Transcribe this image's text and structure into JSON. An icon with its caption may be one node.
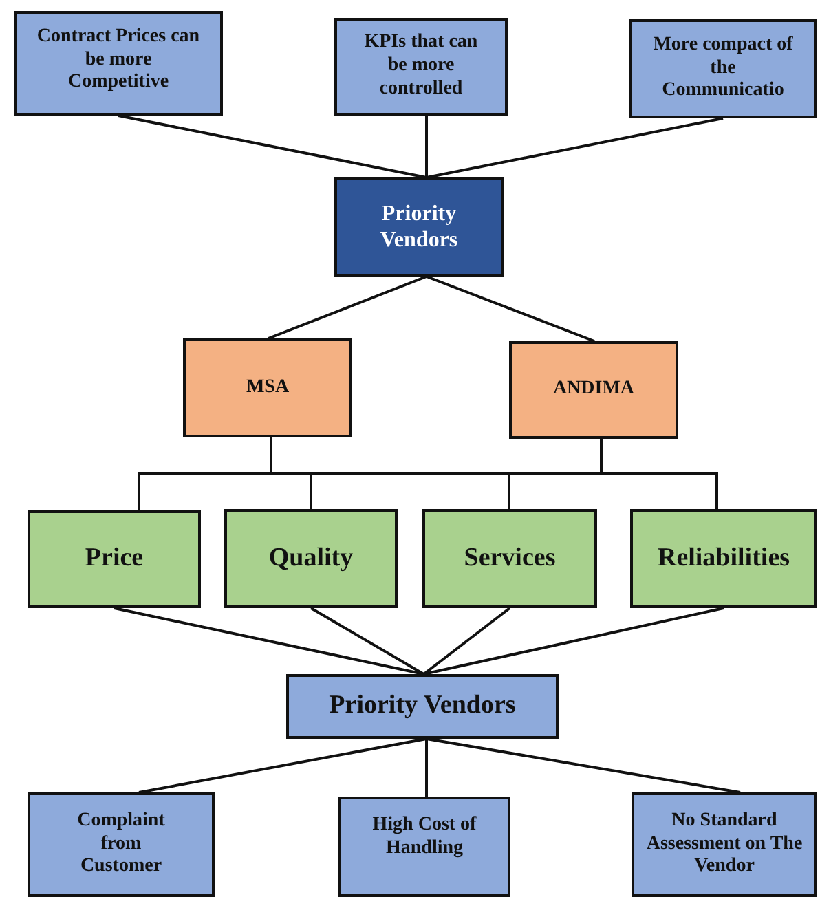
{
  "diagram": {
    "nodes": [
      {
        "text": [
          "Contract Prices can be more Competitive"
        ]
      },
      {
        "text": [
          "KPIs that can be more controlled"
        ]
      },
      {
        "text": [
          "More compact of the Communicatio"
        ]
      },
      {
        "text": [
          "Priority Vendors"
        ]
      },
      {
        "text": [
          "MSA"
        ]
      },
      {
        "text": [
          "ANDIMA"
        ]
      },
      {
        "text": [
          "Price"
        ]
      },
      {
        "text": [
          "Quality"
        ]
      },
      {
        "text": [
          "Services"
        ]
      },
      {
        "text": [
          "Reliabilities"
        ]
      },
      {
        "text": [
          "Priority Vendors"
        ]
      },
      {
        "text": [
          "Complaint from Customer"
        ]
      },
      {
        "text": [
          "High Cost of Handling"
        ]
      },
      {
        "text": [
          "No Standard Assessment on The Vendor"
        ]
      }
    ],
    "edges": [
      {
        "from": 0,
        "to": 3,
        "arrow": "none"
      },
      {
        "from": 1,
        "to": 3,
        "arrow": "none"
      },
      {
        "from": 2,
        "to": 3,
        "arrow": "none"
      },
      {
        "from": 3,
        "to": 4,
        "arrow": "none"
      },
      {
        "from": 3,
        "to": 5,
        "arrow": "none"
      },
      {
        "from": 4,
        "to": 6,
        "arrow": "none"
      },
      {
        "from": 4,
        "to": 7,
        "arrow": "none"
      },
      {
        "from": 4,
        "to": 8,
        "arrow": "none"
      },
      {
        "from": 4,
        "to": 9,
        "arrow": "none"
      },
      {
        "from": 5,
        "to": 6,
        "arrow": "none"
      },
      {
        "from": 5,
        "to": 7,
        "arrow": "none"
      },
      {
        "from": 5,
        "to": 8,
        "arrow": "none"
      },
      {
        "from": 5,
        "to": 9,
        "arrow": "none"
      },
      {
        "from": 6,
        "to": 10,
        "arrow": "none"
      },
      {
        "from": 7,
        "to": 10,
        "arrow": "none"
      },
      {
        "from": 8,
        "to": 10,
        "arrow": "none"
      },
      {
        "from": 9,
        "to": 10,
        "arrow": "none"
      },
      {
        "from": 10,
        "to": 11,
        "arrow": "none"
      },
      {
        "from": 10,
        "to": 12,
        "arrow": "none"
      },
      {
        "from": 10,
        "to": 13,
        "arrow": "none"
      }
    ]
  }
}
